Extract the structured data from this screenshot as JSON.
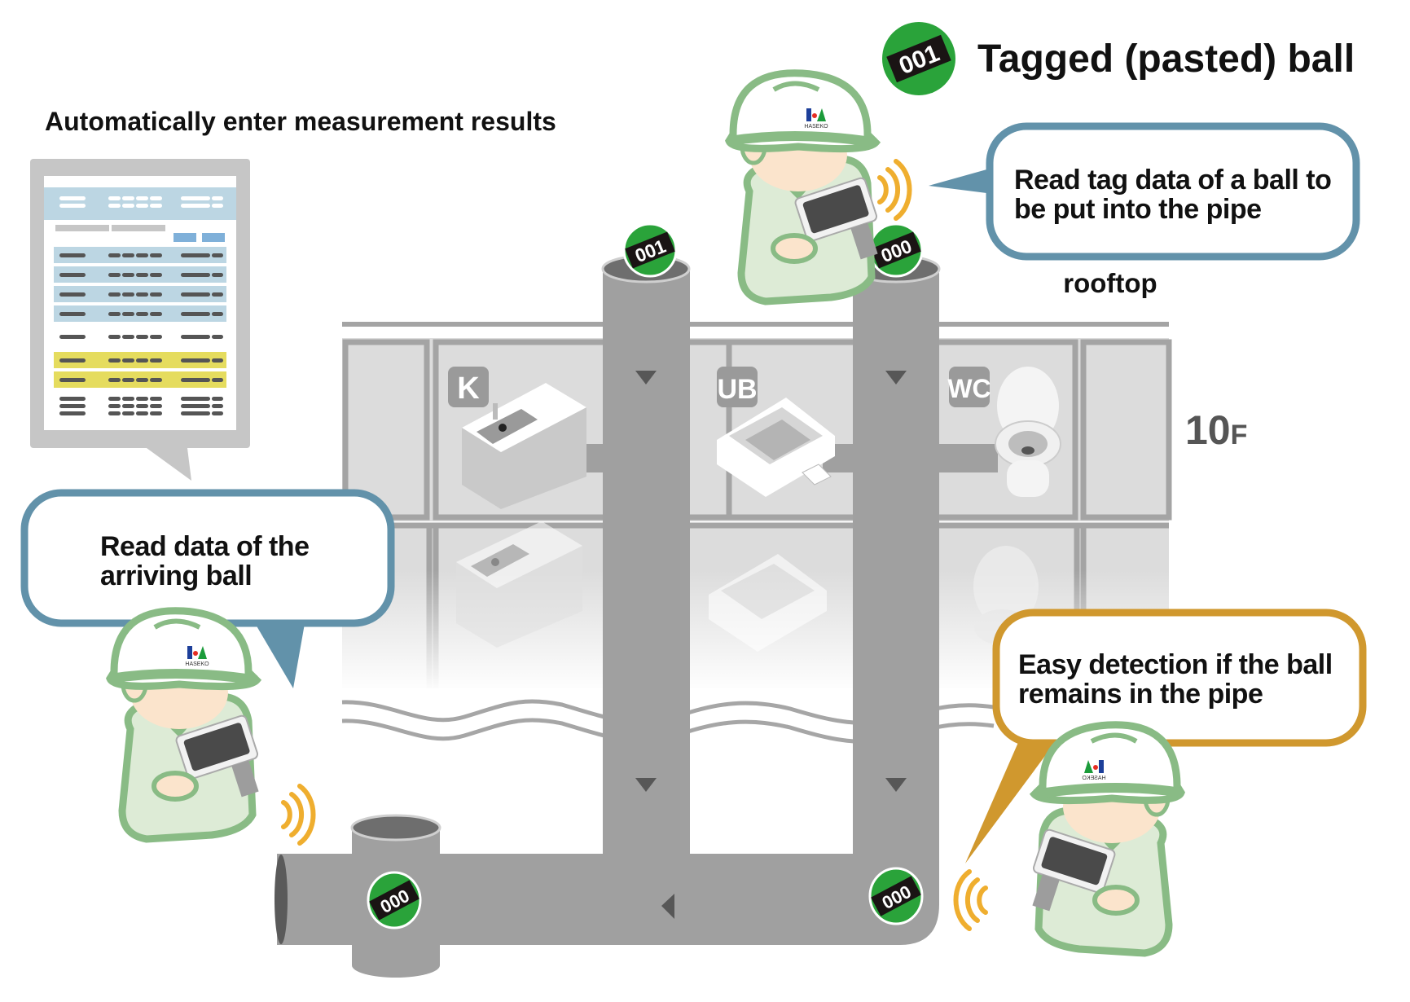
{
  "legend": {
    "ball_tag": "001",
    "label": "Tagged (pasted) ball",
    "ball_color": "#2aa33a",
    "tag_color": "#1a1414"
  },
  "report": {
    "title": "Automatically enter measurement results",
    "highlight_colors": {
      "header": "#bcd6e3",
      "rows": "#bcd6e3",
      "flagged": "#e5dc5e",
      "buttons": "#7fb0d9"
    }
  },
  "bubbles": {
    "top": {
      "line1": "Read tag data of a ball to",
      "line2": "be put into the pipe",
      "border_color": "#6292aa"
    },
    "left": {
      "line1": "Read data of the",
      "line2": "arriving ball",
      "border_color": "#6292aa"
    },
    "right": {
      "line1": "Easy detection if the ball",
      "line2": "remains in the pipe",
      "border_color": "#d0982e"
    }
  },
  "building": {
    "roof_label": "rooftop",
    "floor_number": "10",
    "floor_suffix": "F",
    "rooms": [
      {
        "code": "K",
        "fixture": "kitchen-sink"
      },
      {
        "code": "UB",
        "fixture": "unit-bath"
      },
      {
        "code": "WC",
        "fixture": "toilet"
      }
    ]
  },
  "balls": {
    "pipe1_top": "001",
    "pipe2_top": "000",
    "bottom_left": "000",
    "bottom_right": "000"
  },
  "workers": {
    "helmet_brand": "HASEKO",
    "outline_color": "#89bb85",
    "signal_color": "#efae2f"
  },
  "pipe_color": "#a0a0a0"
}
